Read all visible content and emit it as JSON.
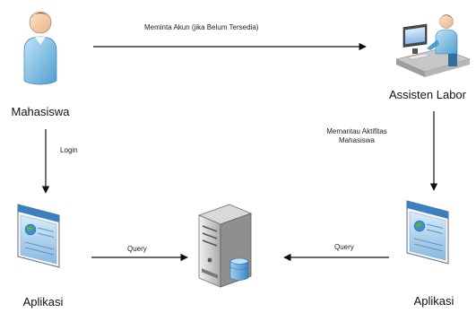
{
  "nodes": {
    "mahasiswa": {
      "label": "Mahasiswa",
      "icon": "person-icon"
    },
    "assisten": {
      "label": "Assisten Labor",
      "icon": "computer-user-icon"
    },
    "aplikasi_left": {
      "label": "Aplikasi",
      "icon": "browser-window-icon"
    },
    "aplikasi_right": {
      "label": "Aplikasi",
      "icon": "browser-window-icon"
    },
    "server": {
      "label": "",
      "icon": "database-server-icon"
    }
  },
  "edges": {
    "meminta_akun": "Meminta Akun (jika Belum Tersedia)",
    "login": "Login",
    "memantau_line1": "Memantau Aktifitas",
    "memantau_line2": "Mahasiswa",
    "query_left": "Query",
    "query_right": "Query"
  }
}
